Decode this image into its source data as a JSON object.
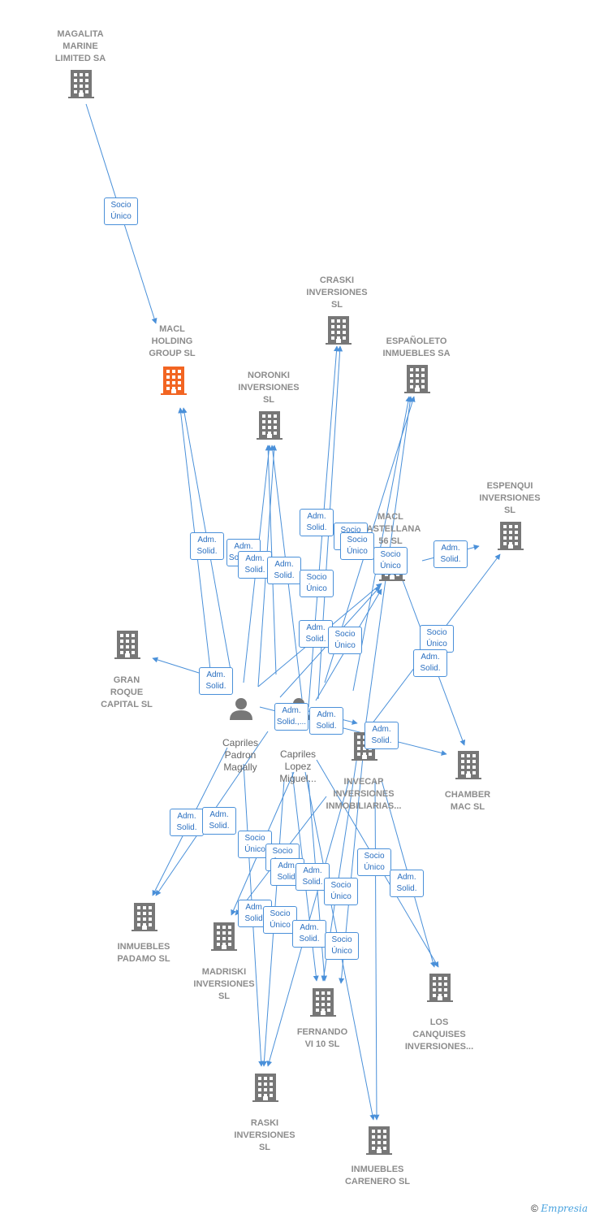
{
  "nodes": [
    {
      "id": "magalita",
      "label": "MAGALITA\nMARINE\nLIMITED SA",
      "type": "company"
    },
    {
      "id": "macl_holding",
      "label": "MACL\nHOLDING\nGROUP  SL",
      "type": "company",
      "highlight": true
    },
    {
      "id": "craski",
      "label": "CRASKI\nINVERSIONES\nSL",
      "type": "company"
    },
    {
      "id": "espanoleto",
      "label": "ESPAÑOLETO\nINMUEBLES SA",
      "type": "company"
    },
    {
      "id": "noronki",
      "label": "NORONKI\nINVERSIONES\nSL",
      "type": "company"
    },
    {
      "id": "macl_castellana",
      "label": "MACL\nCASTELLANA\n56 SL",
      "type": "company"
    },
    {
      "id": "espenqui",
      "label": "ESPENQUI\nINVERSIONES\nSL",
      "type": "company"
    },
    {
      "id": "gran_roque",
      "label": "GRAN\nROQUE\nCAPITAL  SL",
      "type": "company"
    },
    {
      "id": "capriles_padron",
      "label": "Capriles\nPadron\nMagally",
      "type": "person"
    },
    {
      "id": "capriles_lopez",
      "label": "Capriles\nLopez\nMiguel...",
      "type": "person"
    },
    {
      "id": "invecap",
      "label": "INVECAP\nINVERSIONES\nINMOBILIARIAS...",
      "type": "company"
    },
    {
      "id": "chamber",
      "label": "CHAMBER\nMAC  SL",
      "type": "company"
    },
    {
      "id": "inmuebles_padamo",
      "label": "INMUEBLES\nPADAMO  SL",
      "type": "company"
    },
    {
      "id": "madriski",
      "label": "MADRISKI\nINVERSIONES\nSL",
      "type": "company"
    },
    {
      "id": "fernando",
      "label": "FERNANDO\nVI 10  SL",
      "type": "company"
    },
    {
      "id": "los_canquises",
      "label": "LOS\nCANQUISES\nINVERSIONES...",
      "type": "company"
    },
    {
      "id": "raski",
      "label": "RASKI\nINVERSIONES\nSL",
      "type": "company"
    },
    {
      "id": "carenero",
      "label": "INMUEBLES\nCARENERO  SL",
      "type": "company"
    }
  ],
  "edge_labels": [
    "Socio\nÚnico",
    "Adm.\nSolid.",
    "Adm.\nSolid.,...",
    "Adm.\nSolid.",
    "Adm.\nSolid.",
    "Adm.\nSolid.",
    "Socio\nÚnico",
    "Socio\nÚnico",
    "Socio\nÚnico",
    "Socio\nÚnico",
    "Adm.\nSolid.",
    "Adm.\nSolid.",
    "Socio\nÚnico",
    "Socio\nÚnico",
    "Adm.\nSolid.",
    "Adm.\nSolid.",
    "Adm.\nSolid.,...",
    "Adm.\nSolid.",
    "Adm.\nSolid.",
    "Adm.\nSolid.",
    "Adm.\nSolid.",
    "Socio\nÚnico",
    "Socio\nÚnico",
    "Adm.\nSolid.",
    "Adm.\nSolid.",
    "Socio\nÚnico",
    "Socio\nÚnico",
    "Adm.\nSolid.",
    "Adm.\nSolid.",
    "Socio\nÚnico",
    "Adm.\nSolid.",
    "Socio\nÚnico"
  ],
  "colors": {
    "edge": "#4a90d9",
    "building": "#777777",
    "highlight": "#f26522",
    "person": "#777777"
  },
  "footer": {
    "copyright": "©",
    "brand": "Empresia"
  }
}
